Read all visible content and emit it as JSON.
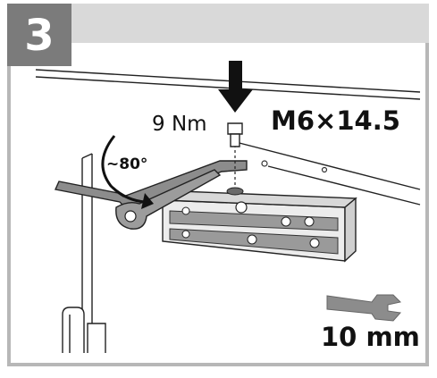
{
  "step": {
    "number": "3"
  },
  "fastener": {
    "torque": "9 Nm",
    "screw_size": "M6×14.5"
  },
  "rotation": {
    "angle": "~80°"
  },
  "tool": {
    "icon": "wrench-icon",
    "size": "10 mm"
  },
  "colors": {
    "frame": "#b7b7b7",
    "header": "#d9d9d9",
    "badge": "#7b7b7b",
    "part_gray": "#9a9a9a",
    "wrench_gray": "#8c8c8c"
  }
}
